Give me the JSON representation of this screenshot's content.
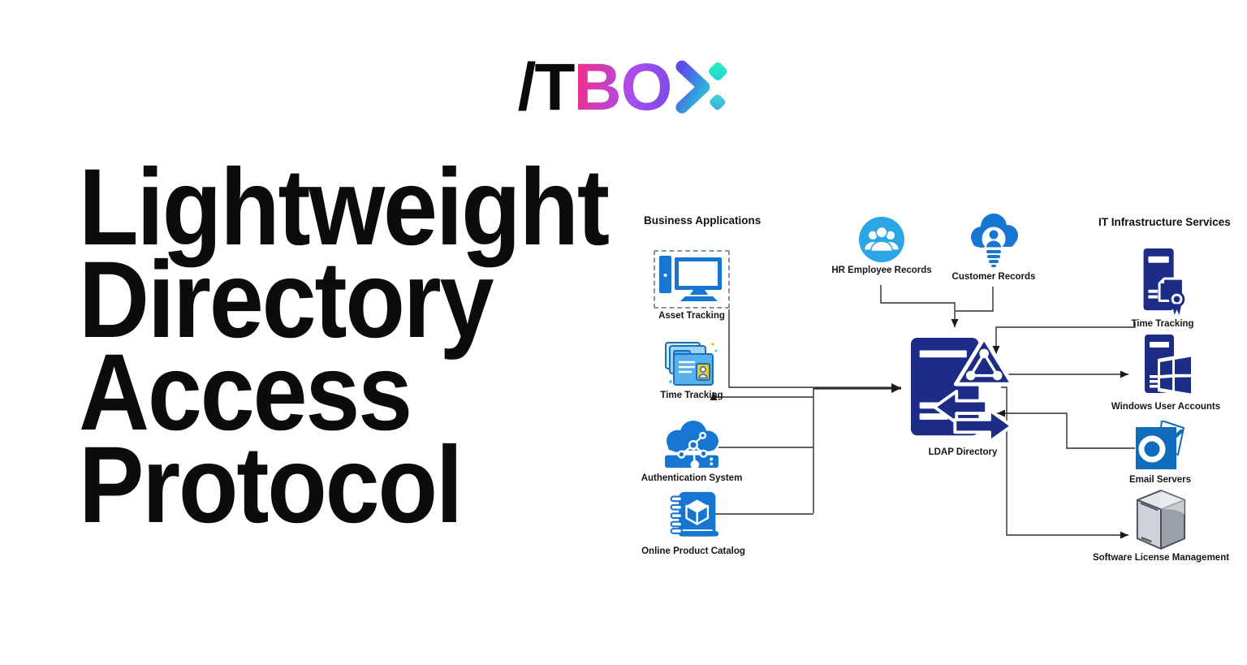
{
  "logo": {
    "black_text": "/T",
    "gradient_text": "BO",
    "x_icon": "x-glyph",
    "colors": {
      "black": "#0b0b0b",
      "pink": "#ee2f8c",
      "purple": "#7a4be8",
      "indigo": "#5a4bea",
      "teal": "#22c9d6",
      "mint": "#2ff0b4",
      "sky": "#3aa9e6"
    }
  },
  "headline": {
    "lines": [
      "Lightweight",
      "Directory",
      "Access",
      "Protocol"
    ]
  },
  "diagram": {
    "headings": {
      "business": "Business Applications",
      "it": "IT Infrastructure Services"
    },
    "business_nodes": [
      {
        "label": "Asset Tracking",
        "icon": "desktop-computer-icon"
      },
      {
        "label": "Time Tracking",
        "icon": "folders-contact-icon"
      },
      {
        "label": "Authentication System",
        "icon": "cloud-network-server-icon"
      },
      {
        "label": "Online Product Catalog",
        "icon": "catalog-book-cube-icon"
      }
    ],
    "source_nodes": [
      {
        "label": "HR Employee Records",
        "icon": "people-circle-icon"
      },
      {
        "label": "Customer Records",
        "icon": "cloud-person-icon"
      }
    ],
    "center_node": {
      "label": "LDAP Directory",
      "icon": "ldap-server-arrows-icon"
    },
    "it_nodes": [
      {
        "label": "Time Tracking",
        "icon": "server-certificate-icon"
      },
      {
        "label": "Windows User Accounts",
        "icon": "server-windows-icon"
      },
      {
        "label": "Email Servers",
        "icon": "outlook-icon"
      },
      {
        "label": "Software License Management",
        "icon": "server-box-3d-icon"
      }
    ],
    "colors": {
      "azure": "#1676d2",
      "light_azure": "#2aa5e5",
      "navy": "#1d2d87",
      "outlook_blue": "#0f6cbd",
      "badge_yellow": "#f7c51e",
      "line": "#2d2d2d"
    }
  }
}
